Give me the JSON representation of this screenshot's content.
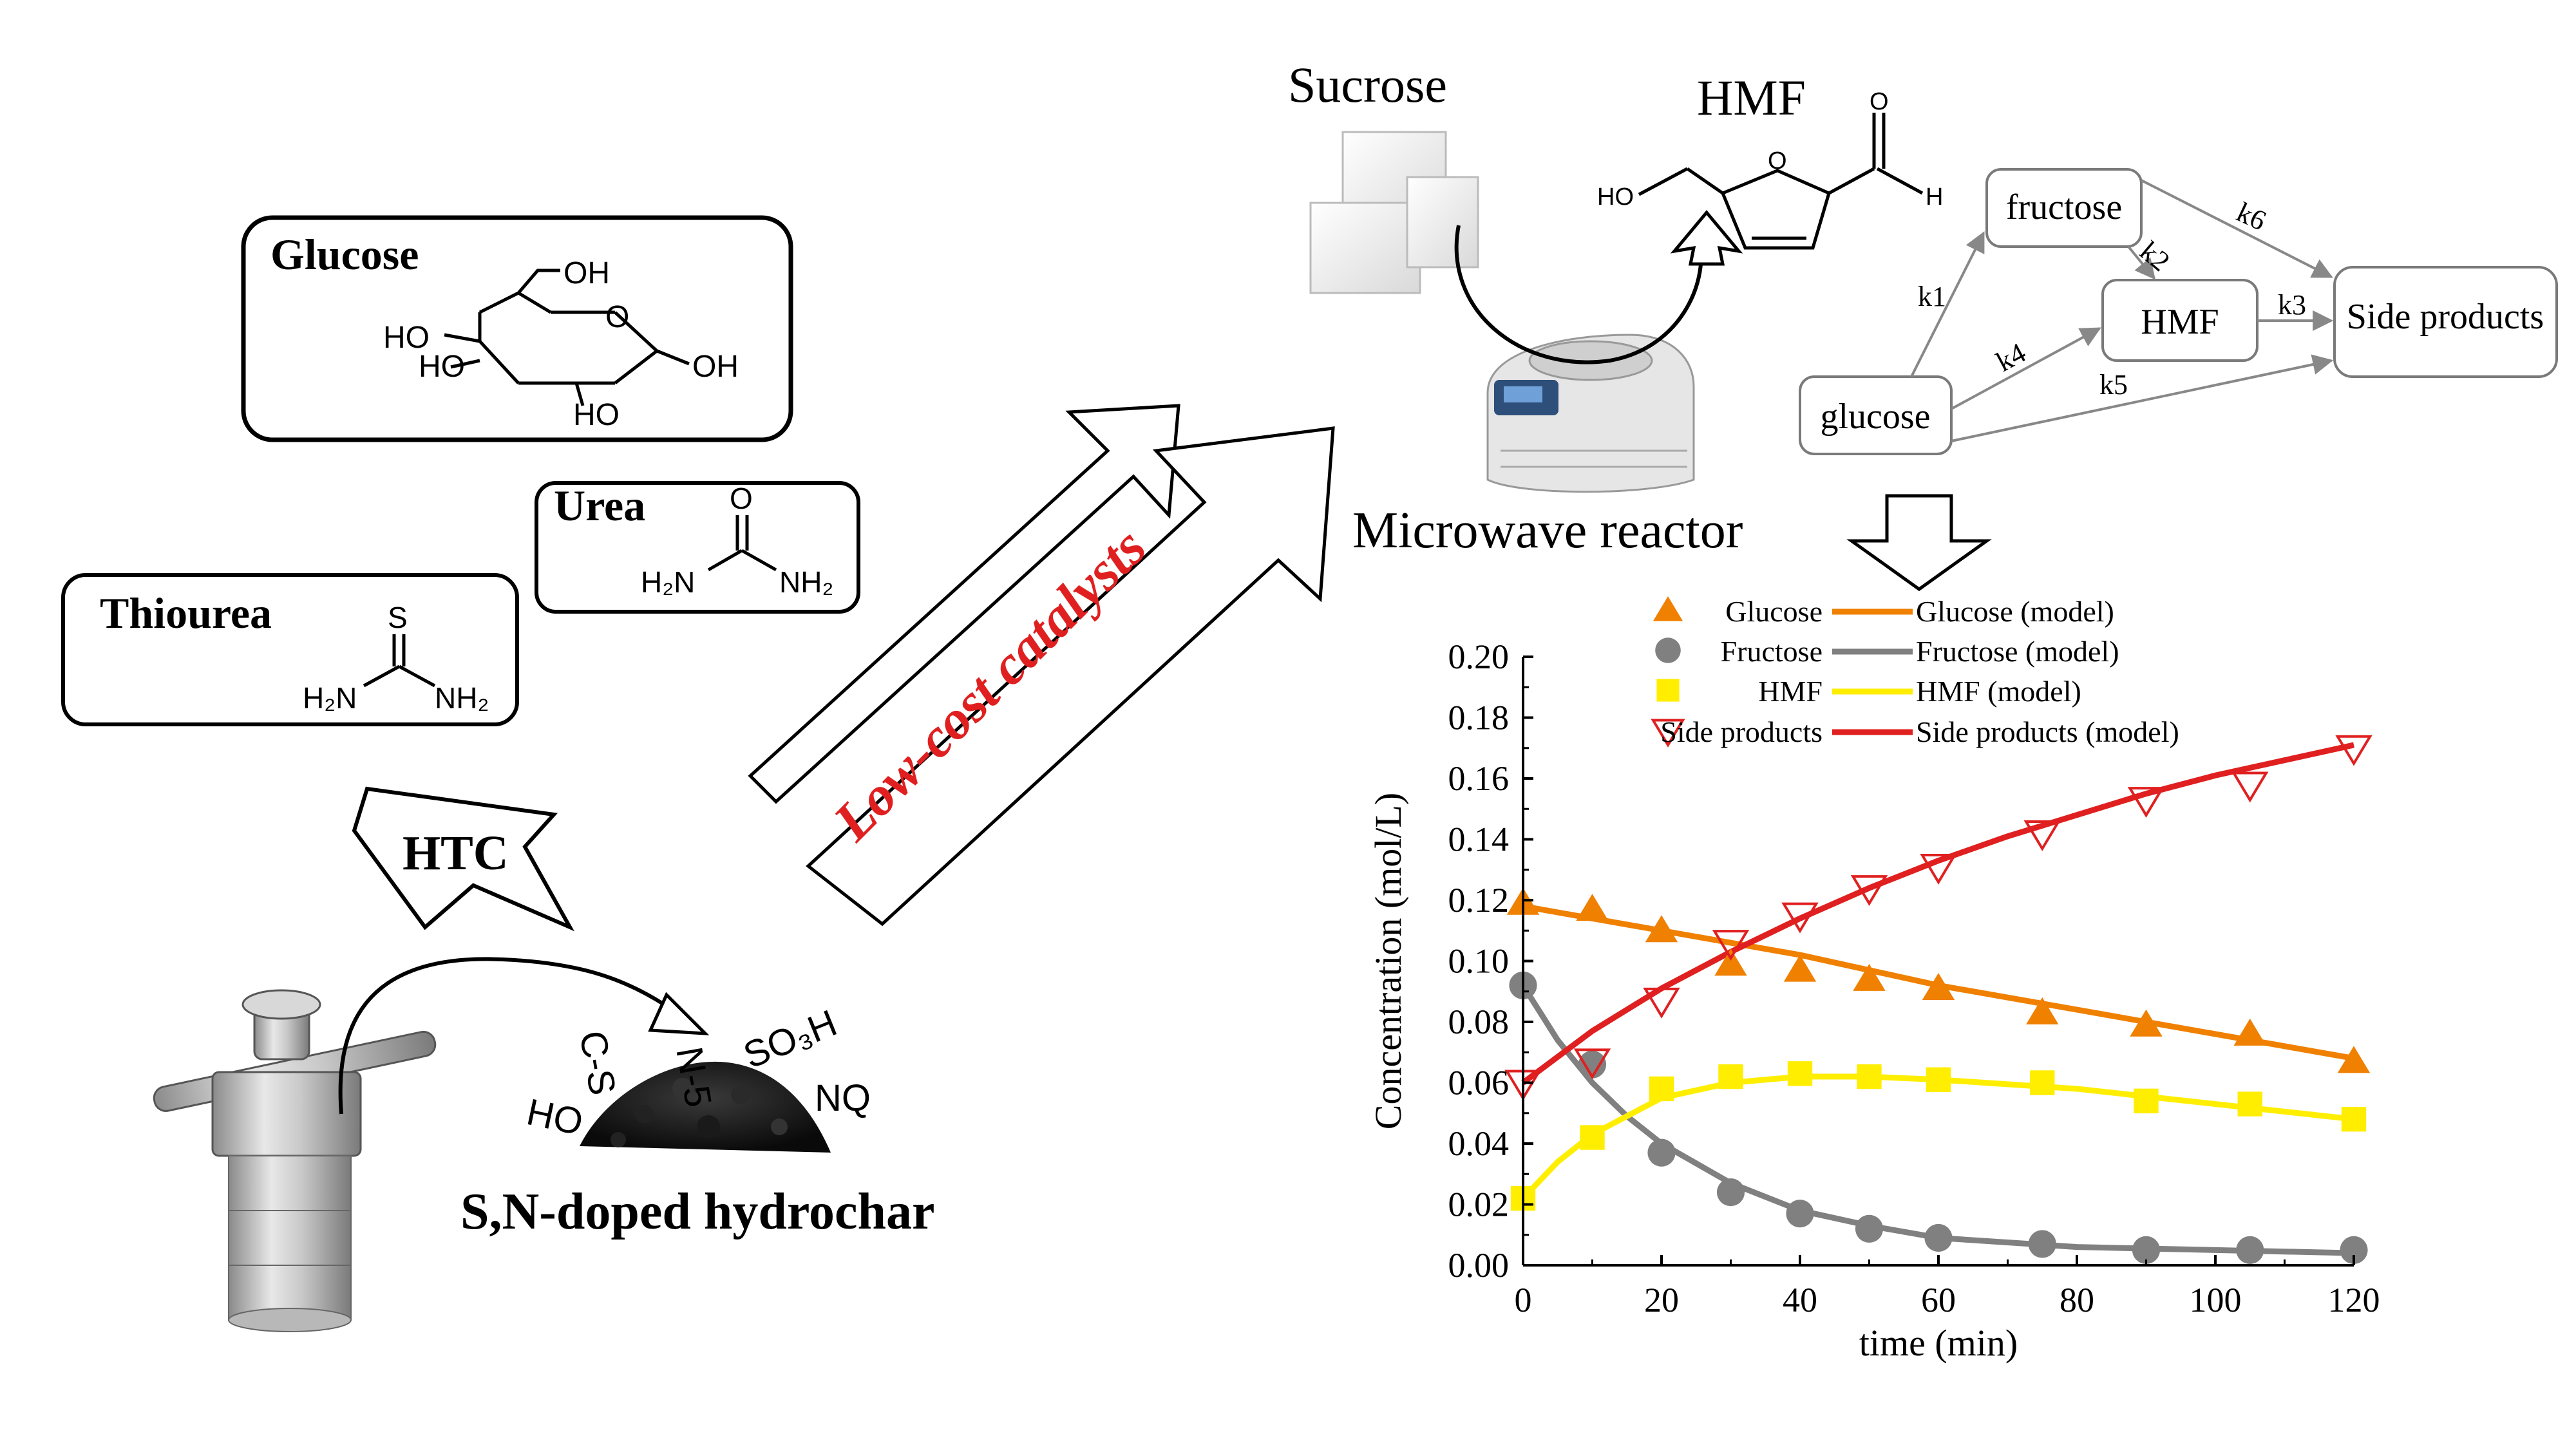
{
  "left_panel": {
    "glucose_label": "Glucose",
    "urea_label": "Urea",
    "thiourea_label": "Thiourea",
    "htc_label": "HTC",
    "hydrochar_label": "S,N-doped hydrochar",
    "groups": {
      "nq": "NQ",
      "so3h": "SO₃H",
      "n5": "N-5",
      "cs": "C-S",
      "ho": "HO"
    }
  },
  "structures": {
    "glucose_oh": [
      "OH",
      "HO",
      "HO",
      "OH",
      "HO",
      "O"
    ],
    "urea_atoms": [
      "O",
      "H₂N",
      "NH₂"
    ],
    "thiourea_atoms": [
      "S",
      "H₂N",
      "NH₂"
    ],
    "hmf_atoms": [
      "O",
      "HO",
      "O",
      "H"
    ]
  },
  "middle": {
    "arrow_label": "Low-cost catalysts",
    "arrow_label_color": "#e02020"
  },
  "reactor": {
    "sucrose_label": "Sucrose",
    "hmf_label": "HMF",
    "reactor_label": "Microwave reactor"
  },
  "kinetic_scheme": {
    "nodes": {
      "fructose": "fructose",
      "hmf": "HMF",
      "glucose": "glucose",
      "side": "Side products"
    },
    "rates": [
      "k1",
      "k2",
      "k3",
      "k4",
      "k5",
      "k6"
    ]
  },
  "chart_data": {
    "type": "scatter",
    "title": "",
    "xlabel": "time (min)",
    "ylabel": "Concentration (mol/L)",
    "xlim": [
      0,
      120
    ],
    "ylim": [
      0,
      0.2
    ],
    "x_ticks": [
      "0",
      "20",
      "40",
      "60",
      "80",
      "100",
      "120"
    ],
    "y_ticks": [
      "0.00",
      "0.02",
      "0.04",
      "0.06",
      "0.08",
      "0.10",
      "0.12",
      "0.14",
      "0.16",
      "0.18",
      "0.20"
    ],
    "grid": false,
    "legend_position": "top",
    "series": [
      {
        "name": "Glucose",
        "marker": "triangle",
        "color": "#f08000",
        "x": [
          0,
          10,
          20,
          30,
          40,
          50,
          60,
          75,
          90,
          105,
          120
        ],
        "y": [
          0.119,
          0.117,
          0.11,
          0.099,
          0.097,
          0.094,
          0.091,
          0.083,
          0.079,
          0.076,
          0.067
        ]
      },
      {
        "name": "Fructose",
        "marker": "circle",
        "color": "#808080",
        "x": [
          0,
          10,
          20,
          30,
          40,
          50,
          60,
          75,
          90,
          105,
          120
        ],
        "y": [
          0.092,
          0.066,
          0.037,
          0.024,
          0.017,
          0.012,
          0.009,
          0.007,
          0.005,
          0.005,
          0.005
        ]
      },
      {
        "name": "HMF",
        "marker": "square",
        "color": "#ffee00",
        "x": [
          0,
          10,
          20,
          30,
          40,
          50,
          60,
          75,
          90,
          105,
          120
        ],
        "y": [
          0.022,
          0.042,
          0.058,
          0.062,
          0.063,
          0.062,
          0.061,
          0.06,
          0.054,
          0.053,
          0.048
        ]
      },
      {
        "name": "Side products",
        "marker": "triangle-down-open",
        "color": "#e02020",
        "x": [
          0,
          10,
          20,
          30,
          40,
          50,
          60,
          75,
          90,
          105,
          120
        ],
        "y": [
          0.06,
          0.067,
          0.087,
          0.106,
          0.115,
          0.124,
          0.131,
          0.142,
          0.153,
          0.158,
          0.17
        ]
      }
    ],
    "models": [
      {
        "name": "Glucose (model)",
        "color": "#f08000",
        "x": [
          0,
          20,
          40,
          60,
          80,
          100,
          120
        ],
        "y": [
          0.118,
          0.11,
          0.102,
          0.092,
          0.084,
          0.076,
          0.068
        ]
      },
      {
        "name": "Fructose (model)",
        "color": "#808080",
        "x": [
          0,
          5,
          10,
          15,
          20,
          30,
          40,
          50,
          60,
          80,
          100,
          120
        ],
        "y": [
          0.092,
          0.074,
          0.06,
          0.049,
          0.04,
          0.027,
          0.018,
          0.013,
          0.009,
          0.006,
          0.005,
          0.004
        ]
      },
      {
        "name": "HMF (model)",
        "color": "#ffee00",
        "x": [
          0,
          5,
          10,
          20,
          30,
          40,
          50,
          60,
          80,
          100,
          120
        ],
        "y": [
          0.022,
          0.034,
          0.043,
          0.055,
          0.06,
          0.062,
          0.062,
          0.061,
          0.058,
          0.053,
          0.048
        ]
      },
      {
        "name": "Side products (model)",
        "color": "#e02020",
        "x": [
          0,
          10,
          20,
          30,
          40,
          50,
          60,
          70,
          80,
          90,
          100,
          110,
          120
        ],
        "y": [
          0.06,
          0.077,
          0.091,
          0.103,
          0.114,
          0.124,
          0.133,
          0.141,
          0.148,
          0.155,
          0.161,
          0.166,
          0.171
        ]
      }
    ]
  }
}
